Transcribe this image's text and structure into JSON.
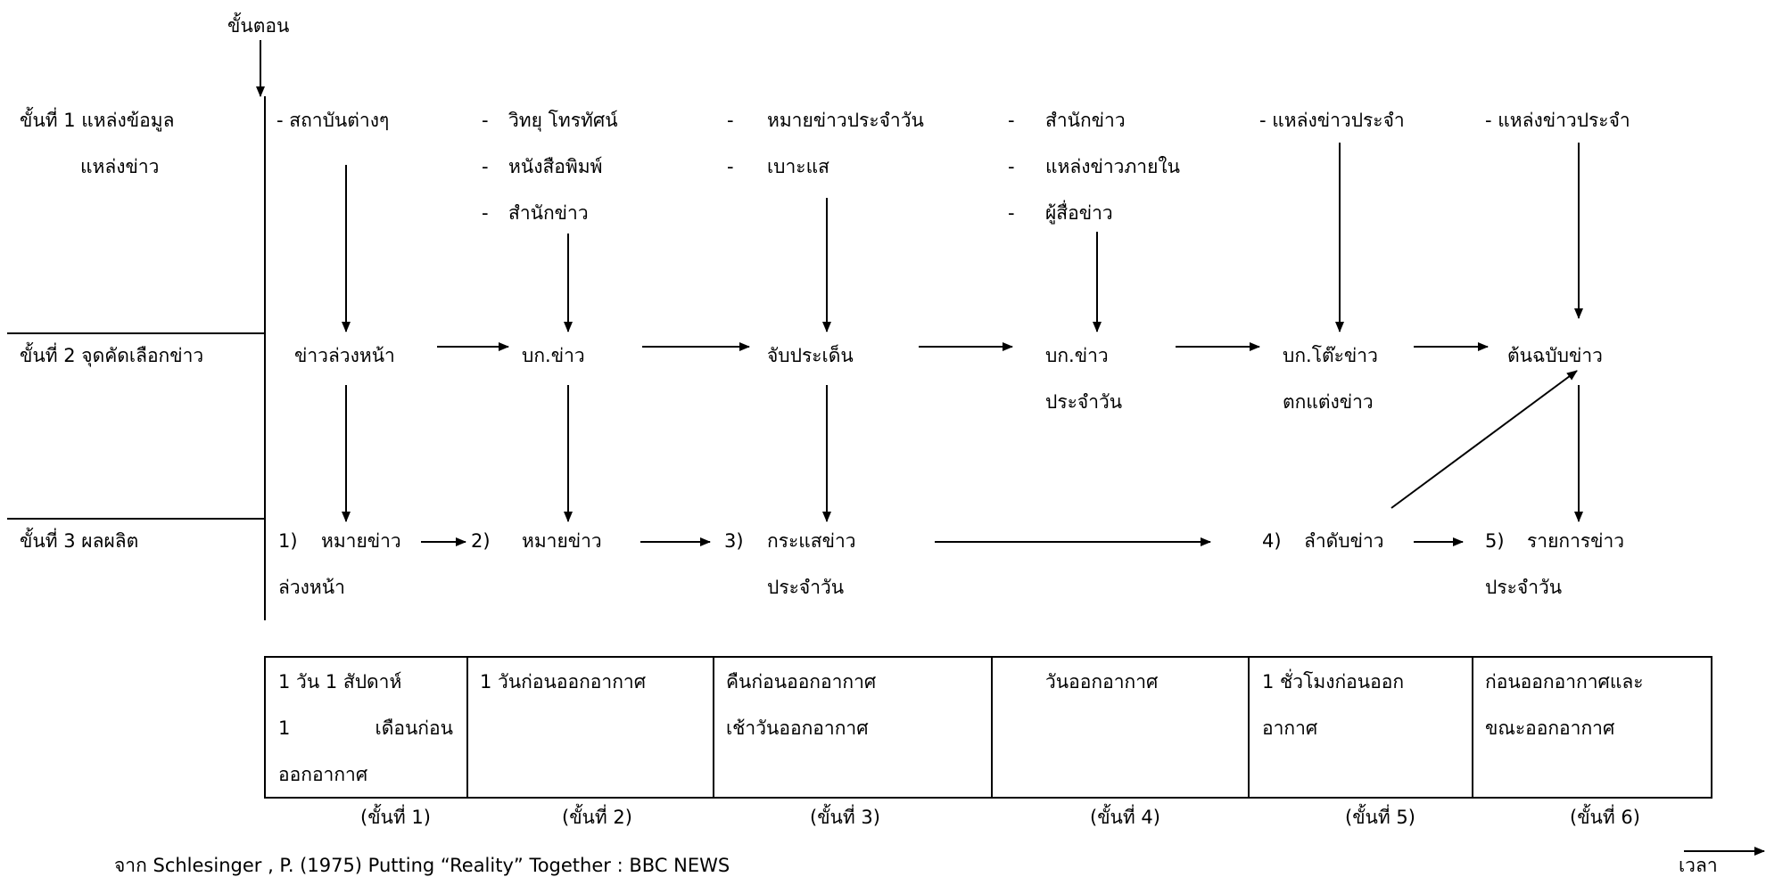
{
  "axis": {
    "steps_label": "ขั้นตอน",
    "time_label": "เวลา"
  },
  "stages": [
    {
      "label_a": "ขั้นที่ 1 แหล่งข้อมูล",
      "label_b": "แหล่งข่าว"
    },
    {
      "label": "ขั้นที่ 2 จุดคัดเลือกข่าว"
    },
    {
      "label": "ขั้นที่ 3 ผลผลิต"
    }
  ],
  "sources": [
    {
      "items": [
        "- สถาบันต่างๆ"
      ]
    },
    {
      "items": [
        "วิทยุ โทรทัศน์",
        "หนังสือพิมพ์",
        "สำนักข่าว"
      ],
      "dash": "-"
    },
    {
      "items": [
        "หมายข่าวประจำวัน",
        "เบาะแส"
      ],
      "dash": "-"
    },
    {
      "items": [
        "สำนักข่าว",
        "แหล่งข่าวภายใน",
        "ผู้สื่อข่าว"
      ],
      "dash": "-"
    },
    {
      "items": [
        "- แหล่งข่าวประจำ"
      ]
    },
    {
      "items": [
        "- แหล่งข่าวประจำ"
      ]
    }
  ],
  "selection": [
    {
      "line1": "ข่าวล่วงหน้า",
      "line2": ""
    },
    {
      "line1": "บก.ข่าว",
      "line2": ""
    },
    {
      "line1": "จับประเด็น",
      "line2": ""
    },
    {
      "line1": "บก.ข่าว",
      "line2": "ประจำวัน"
    },
    {
      "line1": "บก.โต๊ะข่าว",
      "line2": "ตกแต่งข่าว"
    },
    {
      "line1": "ต้นฉบับข่าว",
      "line2": ""
    }
  ],
  "products": [
    {
      "num": "1)",
      "title": "หมายข่าว",
      "line2": "ล่วงหน้า"
    },
    {
      "num": "2)",
      "title": "หมายข่าว",
      "line2": ""
    },
    {
      "num": "3)",
      "title": "กระแสข่าว",
      "line2": "ประจำวัน"
    },
    {
      "num": "4)",
      "title": "ลำดับข่าว",
      "line2": ""
    },
    {
      "num": "5)",
      "title": "รายการข่าว",
      "line2": "ประจำวัน"
    }
  ],
  "timeline": [
    {
      "lines": [
        "1 วัน 1 สัปดาห์",
        "1 เดือนก่อน",
        "ออกอากาศ"
      ],
      "step": "(ขั้นที่ 1)"
    },
    {
      "lines": [
        "1 วันก่อนออกอากาศ"
      ],
      "step": "(ขั้นที่ 2)"
    },
    {
      "lines": [
        "คืนก่อนออกอากาศ",
        "เช้าวันออกอากาศ"
      ],
      "step": "(ขั้นที่ 3)"
    },
    {
      "lines": [
        "วันออกอากาศ"
      ],
      "step": "(ขั้นที่ 4)"
    },
    {
      "lines": [
        "1 ชั่วโมงก่อนออก",
        "อากาศ"
      ],
      "step": "(ขั้นที่ 5)"
    },
    {
      "lines": [
        "ก่อนออกอากาศและ",
        "ขณะออกอากาศ"
      ],
      "step": "(ขั้นที่ 6)"
    }
  ],
  "source_note": "จาก Schlesinger , P. (1975) Putting “Reality” Together : BBC NEWS"
}
